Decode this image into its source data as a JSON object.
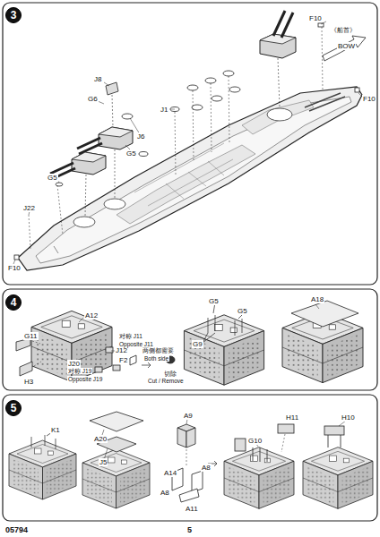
{
  "diagram": {
    "nodes": [
      {
        "text": [
          "3"
        ]
      },
      {
        "text": [
          "4"
        ]
      },
      {
        "text": [
          "5"
        ]
      }
    ],
    "labels": [
      "F10",
      "《船首》",
      "BOW",
      "F10",
      "J8",
      "G6",
      "J1",
      "J6",
      "G5",
      "G5",
      "J22",
      "F10",
      "A12",
      "G11",
      "J12",
      "对称 J11",
      "Opposite J11",
      "H3",
      "J20",
      "对称 J19",
      "Opposite J19",
      "F2",
      "两侧都需要",
      "Both side",
      "切除",
      "Cut / Remove",
      "G5",
      "G5",
      "G9",
      "A18",
      "K1",
      "A20",
      "J5",
      "A9",
      "A14",
      "A8",
      "A8",
      "A11",
      "G10",
      "H11",
      "H10",
      "05794",
      "5"
    ]
  }
}
